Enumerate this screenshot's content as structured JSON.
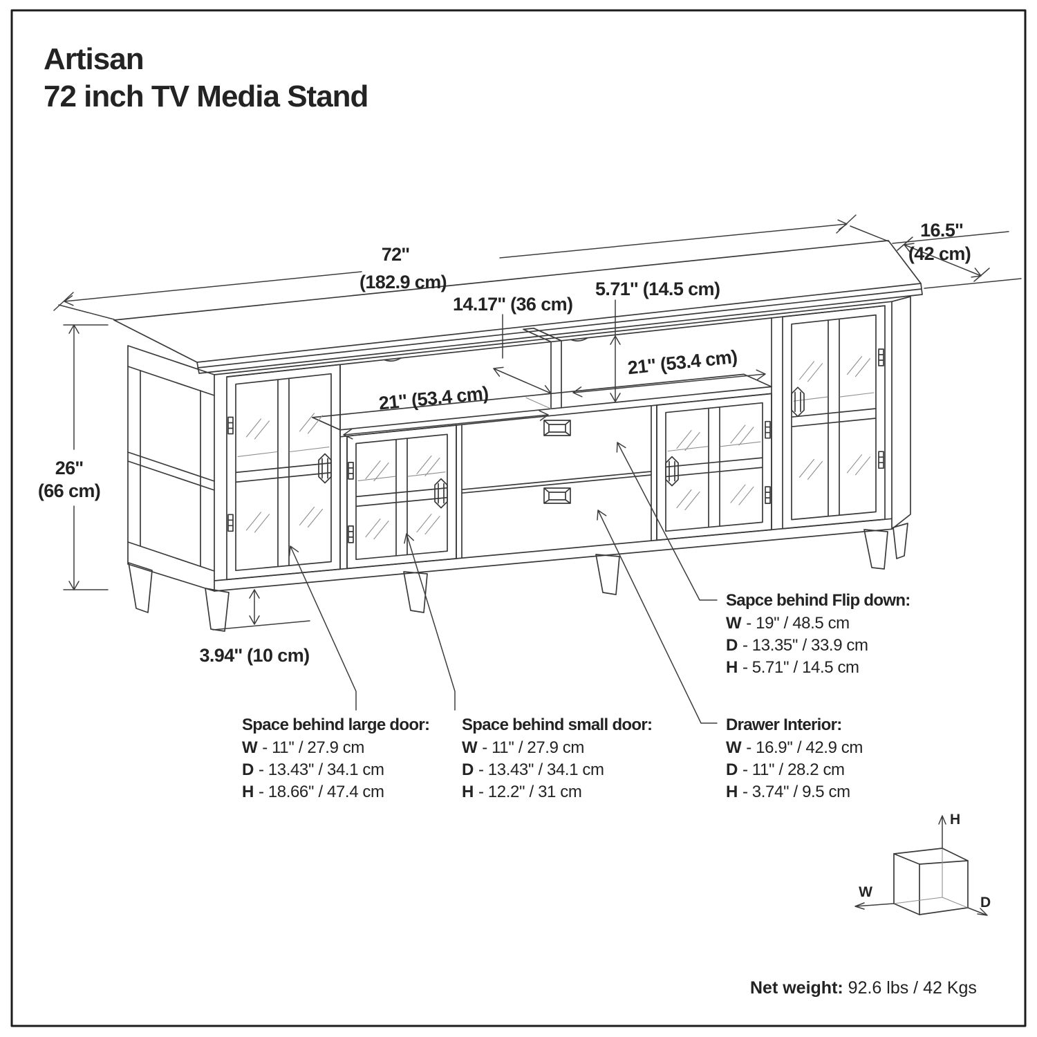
{
  "title": {
    "line1": "Artisan",
    "line2": "72 inch TV Media Stand"
  },
  "colors": {
    "ink": "#232323",
    "line": "#3a3a3a"
  },
  "dimensions": {
    "width": {
      "in": "72''",
      "cm": "(182.9 cm)"
    },
    "depth": {
      "in": "16.5''",
      "cm": "(42 cm)"
    },
    "height": {
      "in": "26''",
      "cm": "(66 cm)"
    },
    "shelf_depth": "14.17'' (36 cm)",
    "shelf_height": "5.71'' (14.5 cm)",
    "shelf_width_left": "21'' (53.4 cm)",
    "shelf_width_right": "21'' (53.4 cm)",
    "leg_height": "3.94'' (10 cm)"
  },
  "callouts": {
    "flip_down": {
      "heading": "Sapce behind Flip down:",
      "rows": [
        {
          "k": "W",
          "v": "- 19'' / 48.5 cm"
        },
        {
          "k": "D",
          "v": "- 13.35'' / 33.9 cm"
        },
        {
          "k": "H",
          "v": "- 5.71'' / 14.5 cm"
        }
      ]
    },
    "large_door": {
      "heading": "Space behind large door:",
      "rows": [
        {
          "k": "W",
          "v": "- 11'' / 27.9 cm"
        },
        {
          "k": "D",
          "v": "- 13.43'' / 34.1 cm"
        },
        {
          "k": "H",
          "v": "- 18.66'' / 47.4 cm"
        }
      ]
    },
    "small_door": {
      "heading": "Space behind small door:",
      "rows": [
        {
          "k": "W",
          "v": "- 11'' / 27.9 cm"
        },
        {
          "k": "D",
          "v": "- 13.43'' / 34.1 cm"
        },
        {
          "k": "H",
          "v": "- 12.2'' / 31 cm"
        }
      ]
    },
    "drawer": {
      "heading": "Drawer Interior:",
      "rows": [
        {
          "k": "W",
          "v": "- 16.9'' / 42.9 cm"
        },
        {
          "k": "D",
          "v": "- 11'' / 28.2 cm"
        },
        {
          "k": "H",
          "v": "- 3.74'' / 9.5 cm"
        }
      ]
    }
  },
  "axis_cube": {
    "w": "W",
    "d": "D",
    "h": "H"
  },
  "net_weight": {
    "label": "Net weight:",
    "value": " 92.6 lbs / 42 Kgs"
  }
}
